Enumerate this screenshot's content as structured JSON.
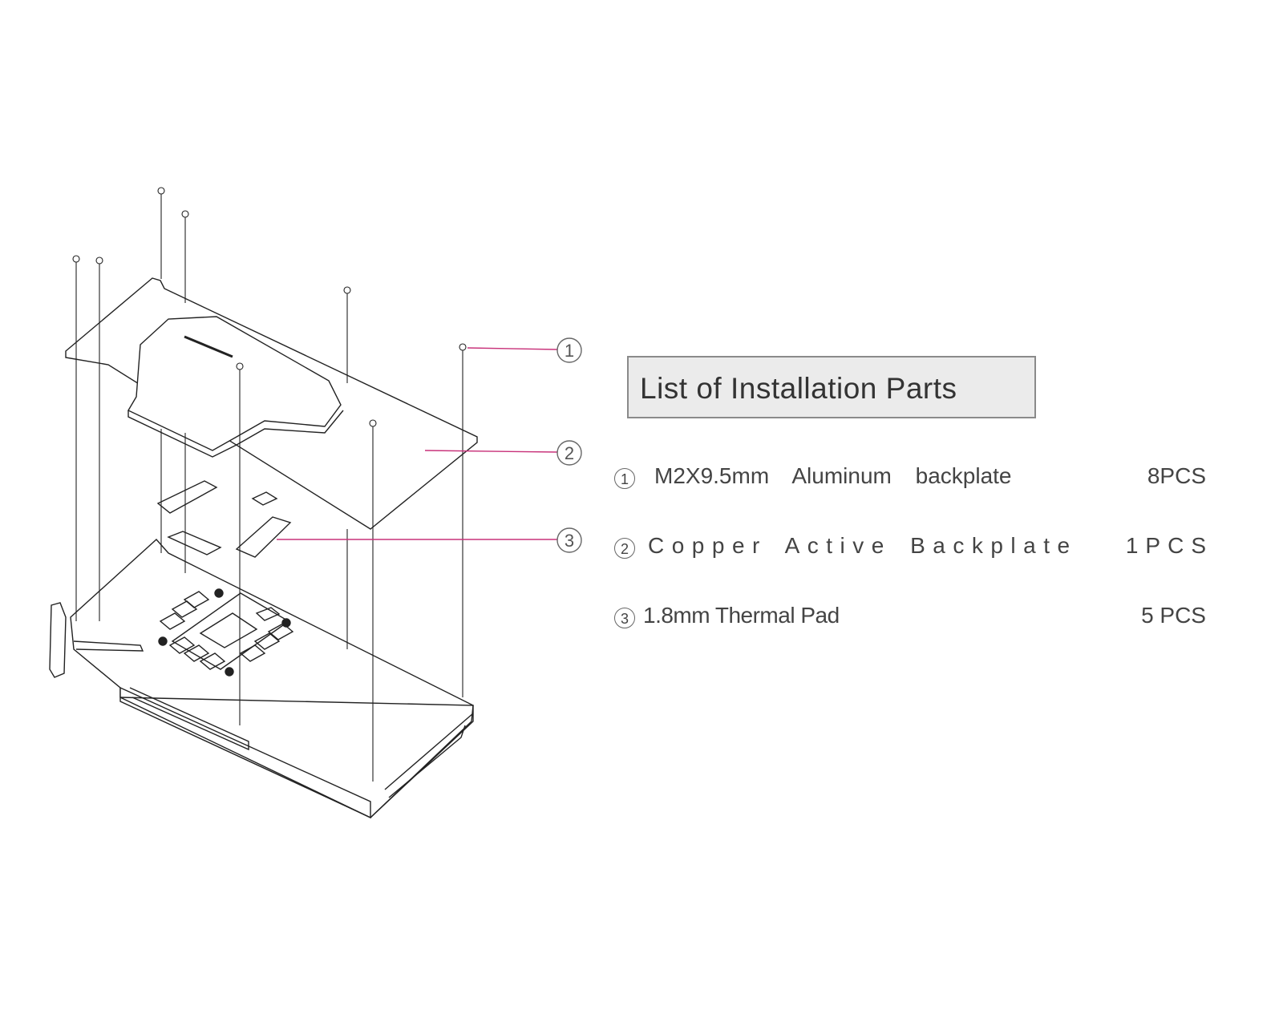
{
  "diagram": {
    "callouts": [
      "1",
      "2",
      "3"
    ],
    "callout_color": "#c8327a"
  },
  "parts_list": {
    "title": "List of Installation Parts",
    "items": [
      {
        "number": "1",
        "description": "M2X9.5mm Aluminum backplate",
        "quantity": "8PCS"
      },
      {
        "number": "2",
        "description": "Copper Active Backplate",
        "quantity": "1PCS"
      },
      {
        "number": "3",
        "description": "1.8mm Thermal Pad",
        "quantity": "5 PCS"
      }
    ]
  }
}
